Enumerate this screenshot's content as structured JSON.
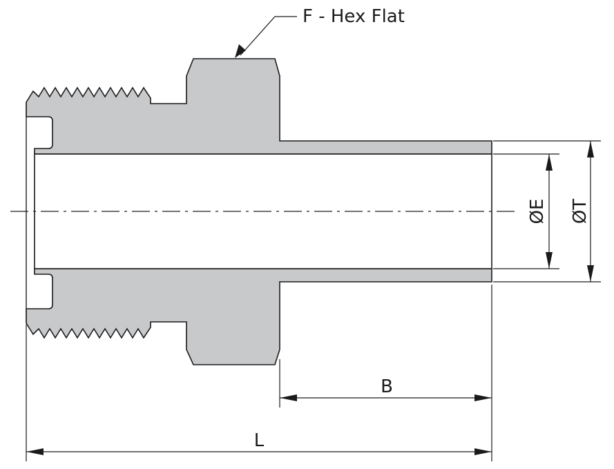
{
  "labels": {
    "hex_flat": "F - Hex Flat",
    "dim_b": "B",
    "dim_l": "L",
    "dim_e": "ØE",
    "dim_t": "ØT"
  },
  "colors": {
    "part_fill": "#c8c9cb",
    "outline": "#1a1a1a",
    "background": "#ffffff"
  }
}
